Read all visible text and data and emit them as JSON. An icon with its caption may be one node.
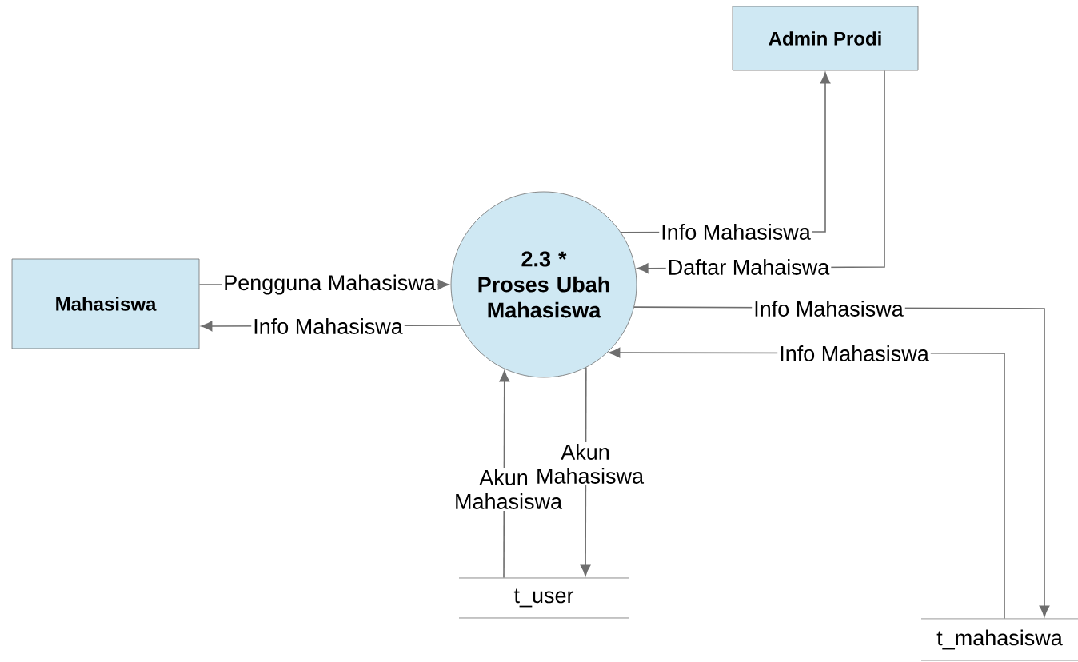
{
  "diagram": {
    "nodes": [
      {
        "text": [
          "Mahasiswa"
        ]
      },
      {
        "text": [
          "Admin Prodi"
        ]
      },
      {
        "text": [
          "2.3 *",
          "Proses Ubah Mahasiswa"
        ]
      },
      {
        "text": [
          "t_user"
        ]
      },
      {
        "text": [
          "t_mahasiswa"
        ]
      }
    ],
    "edges": [
      {
        "from": 0,
        "to": 2,
        "arrow": "to",
        "label": "Pengguna Mahasiswa"
      },
      {
        "from": 2,
        "to": 0,
        "arrow": "to",
        "label": "Info Mahasiswa"
      },
      {
        "from": 2,
        "to": 1,
        "arrow": "to",
        "label": "Info Mahasiswa"
      },
      {
        "from": 1,
        "to": 2,
        "arrow": "to",
        "label": "Daftar Mahaiswa"
      },
      {
        "from": 2,
        "to": 4,
        "arrow": "to",
        "label": "Info Mahasiswa"
      },
      {
        "from": 4,
        "to": 2,
        "arrow": "to",
        "label": "Info Mahasiswa"
      },
      {
        "from": 3,
        "to": 2,
        "arrow": "to",
        "label": "Akun Mahasiswa"
      },
      {
        "from": 2,
        "to": 3,
        "arrow": "to",
        "label": "Akun Mahasiswa"
      }
    ]
  }
}
